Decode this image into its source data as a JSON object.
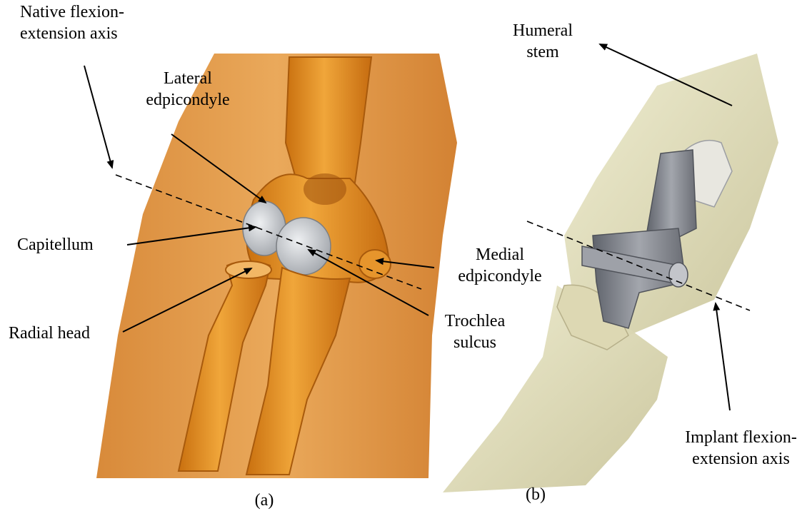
{
  "figure": {
    "panel_a_caption": "(a)",
    "panel_b_caption": "(b)",
    "labels": {
      "native_axis": [
        "Native flexion-",
        "extension axis"
      ],
      "lateral_epicondyle": [
        "Lateral",
        "edpicondyle"
      ],
      "capitellum": "Capitellum",
      "radial_head": "Radial head",
      "medial_epicondyle": [
        "Medial",
        "edpicondyle"
      ],
      "trochlea_sulcus": [
        "Trochlea",
        "sulcus"
      ],
      "humeral_stem": [
        "Humeral",
        "stem"
      ],
      "implant_axis": [
        "Implant flexion-",
        "extension axis"
      ]
    },
    "colors": {
      "bone": "#e0921f",
      "bone_dark": "#b8650e",
      "cartilage": "#c9ccd0",
      "implant_metal": "#7d8088",
      "implant_bone": "#e4e0bf",
      "text": "#000000"
    }
  }
}
